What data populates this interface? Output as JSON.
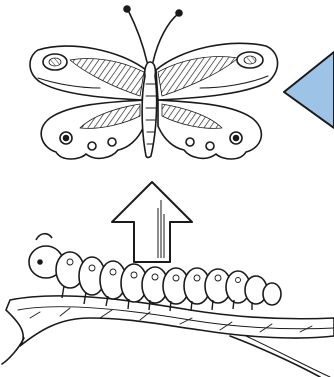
{
  "figure": {
    "subjects": [
      "butterfly",
      "caterpillar"
    ],
    "arrow_direction": "up",
    "pointer_color": "#9dc3e6",
    "ink_color": "#1a1a1a",
    "background": "#ffffff"
  }
}
